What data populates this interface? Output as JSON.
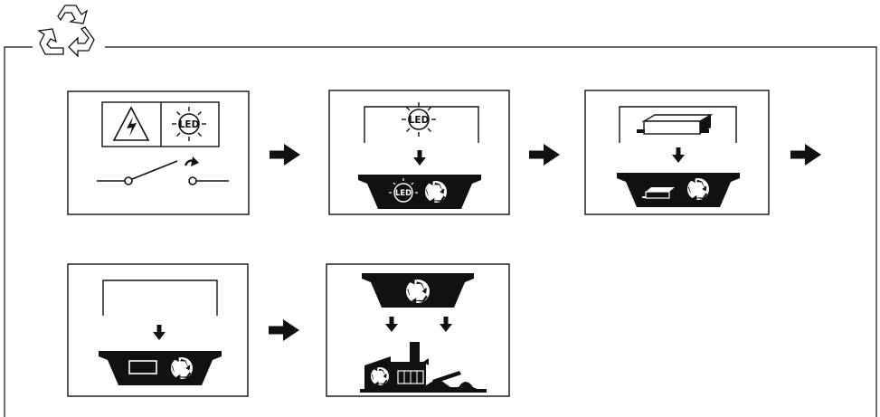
{
  "diagram": {
    "led_label": "LED",
    "colors": {
      "ink": "#111111",
      "paper": "#ffffff"
    },
    "steps": [
      {
        "id": "switch-off",
        "icons": [
          "high-voltage-warning-icon",
          "led-icon",
          "switch-icon"
        ]
      },
      {
        "id": "remove-led",
        "icons": [
          "led-icon",
          "down-arrow-icon",
          "recycle-bin-icon"
        ]
      },
      {
        "id": "remove-driver",
        "icons": [
          "driver-icon",
          "down-arrow-icon",
          "recycle-bin-icon"
        ]
      },
      {
        "id": "remove-housing",
        "icons": [
          "down-arrow-icon",
          "recycle-bin-icon"
        ]
      },
      {
        "id": "recycle-plant",
        "icons": [
          "recycle-bin-icon",
          "down-arrow-icon",
          "factory-icon"
        ]
      }
    ]
  }
}
